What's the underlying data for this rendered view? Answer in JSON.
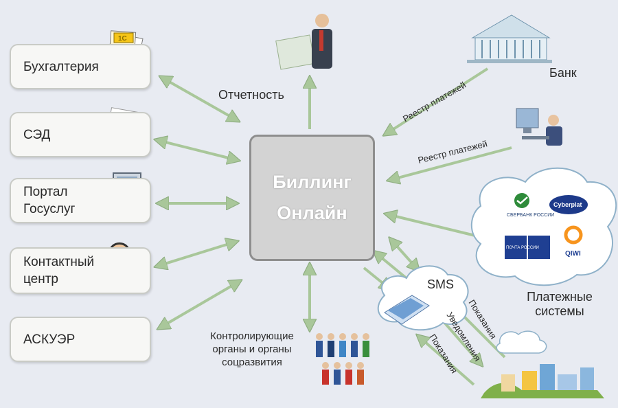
{
  "left_boxes": [
    {
      "label": "Бухгалтерия"
    },
    {
      "label": "СЭД"
    },
    {
      "label": "Портал\nГосуслуг"
    },
    {
      "label": "Контактный\nцентр"
    },
    {
      "label": "АСКУЭР"
    }
  ],
  "center": {
    "line1": "Биллинг",
    "line2": "Онлайн"
  },
  "reporting_label": "Отчетность",
  "bank_label": "Банк",
  "registry_label_1": "Реестр платежей",
  "registry_label_2": "Реестр платежей",
  "sms_label": "SMS",
  "payment_systems": {
    "label": "Платежные\nсистемы",
    "logos": [
      "СБЕРБАНК РОССИИ",
      "Cyberplat",
      "ПОЧТА РОССИИ",
      "QIWI"
    ]
  },
  "control_label": "Контролирующие\nорганы и органы\nсоцразвития",
  "arrow_labels": {
    "readings_1": "Показания",
    "notifications": "Уведомления",
    "readings_2": "Показания"
  },
  "bookkeeping_badge": "1С",
  "colors": {
    "arrow": "#a9c79a",
    "arrow_stroke": "#8fae82",
    "center_fill": "#d3d3d3",
    "box_border": "#c9cbc6"
  }
}
